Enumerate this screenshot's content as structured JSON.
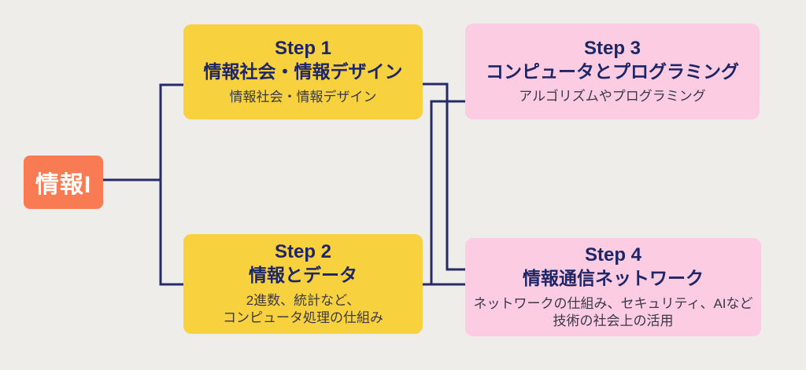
{
  "root": {
    "label": "情報I"
  },
  "steps": [
    {
      "id": "step1",
      "title": "Step 1",
      "subtitle": "情報社会・情報デザイン",
      "description": [
        "情報社会・情報デザイン"
      ],
      "color": "#f8d13e"
    },
    {
      "id": "step2",
      "title": "Step 2",
      "subtitle": "情報とデータ",
      "description": [
        "2進数、統計など、",
        "コンピュータ処理の仕組み"
      ],
      "color": "#f8d13e"
    },
    {
      "id": "step3",
      "title": "Step 3",
      "subtitle": "コンピュータとプログラミング",
      "description": [
        "アルゴリズムやプログラミング"
      ],
      "color": "#fbcce2"
    },
    {
      "id": "step4",
      "title": "Step 4",
      "subtitle": "情報通信ネットワーク",
      "description": [
        "ネットワークの仕組み、セキュリティ、AIなど",
        "技術の社会上の活用"
      ],
      "color": "#fbcce2"
    }
  ],
  "colors": {
    "background": "#efedea",
    "root_bg": "#f97b54",
    "root_text": "#ffffff",
    "yellow_box": "#f8d13e",
    "pink_box": "#fbcce2",
    "connector_line": "#272a68",
    "title_text": "#1f2666",
    "description_text": "#3a3a44"
  }
}
